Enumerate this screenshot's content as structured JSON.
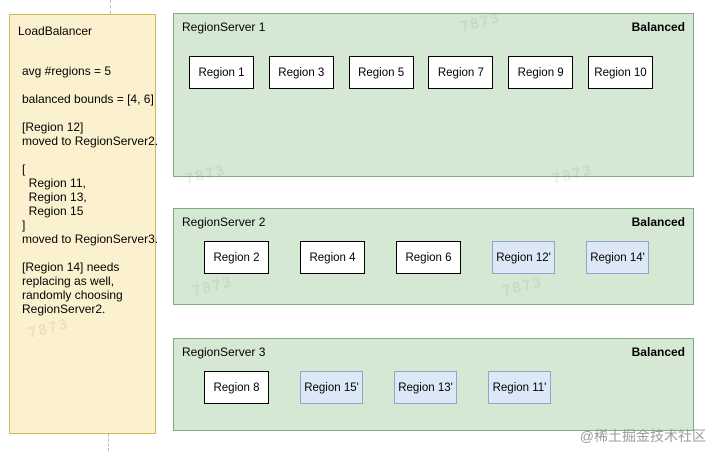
{
  "colors": {
    "lb_fill": "#FBF1CE",
    "lb_border": "#D6B656",
    "server_fill": "#D5E8D4",
    "server_border": "#85A982",
    "region_original_fill": "#FFFFFF",
    "region_original_border": "#000000",
    "region_moved_fill": "#DCE8F7",
    "region_moved_border": "#8FA6C6"
  },
  "load_balancer": {
    "title": "LoadBalancer",
    "lines": [
      "avg #regions = 5",
      "",
      "balanced bounds = [4, 6]",
      "",
      "[Region 12]",
      "moved to RegionServer2.",
      "",
      "[",
      "  Region 11,",
      "  Region 13,",
      "  Region 15",
      "]",
      "moved to RegionServer3.",
      "",
      "[Region 14] needs",
      "replacing as well,",
      "randomly choosing",
      "RegionServer2."
    ]
  },
  "servers": [
    {
      "name": "RegionServer 1",
      "status": "Balanced",
      "regions": [
        {
          "label": "Region 1",
          "moved": false
        },
        {
          "label": "Region 3",
          "moved": false
        },
        {
          "label": "Region 5",
          "moved": false
        },
        {
          "label": "Region 7",
          "moved": false
        },
        {
          "label": "Region 9",
          "moved": false
        },
        {
          "label": "Region 10",
          "moved": false
        }
      ]
    },
    {
      "name": "RegionServer 2",
      "status": "Balanced",
      "regions": [
        {
          "label": "Region 2",
          "moved": false
        },
        {
          "label": "Region 4",
          "moved": false
        },
        {
          "label": "Region 6",
          "moved": false
        },
        {
          "label": "Region 12'",
          "moved": true
        },
        {
          "label": "Region 14'",
          "moved": true
        }
      ]
    },
    {
      "name": "RegionServer 3",
      "status": "Balanced",
      "regions": [
        {
          "label": "Region 8",
          "moved": false
        },
        {
          "label": "Region 15'",
          "moved": true
        },
        {
          "label": "Region 13'",
          "moved": true
        },
        {
          "label": "Region 11'",
          "moved": true
        }
      ]
    }
  ],
  "watermark": {
    "site_credit": "@稀土掘金技术社区",
    "faint_text": "7873"
  }
}
